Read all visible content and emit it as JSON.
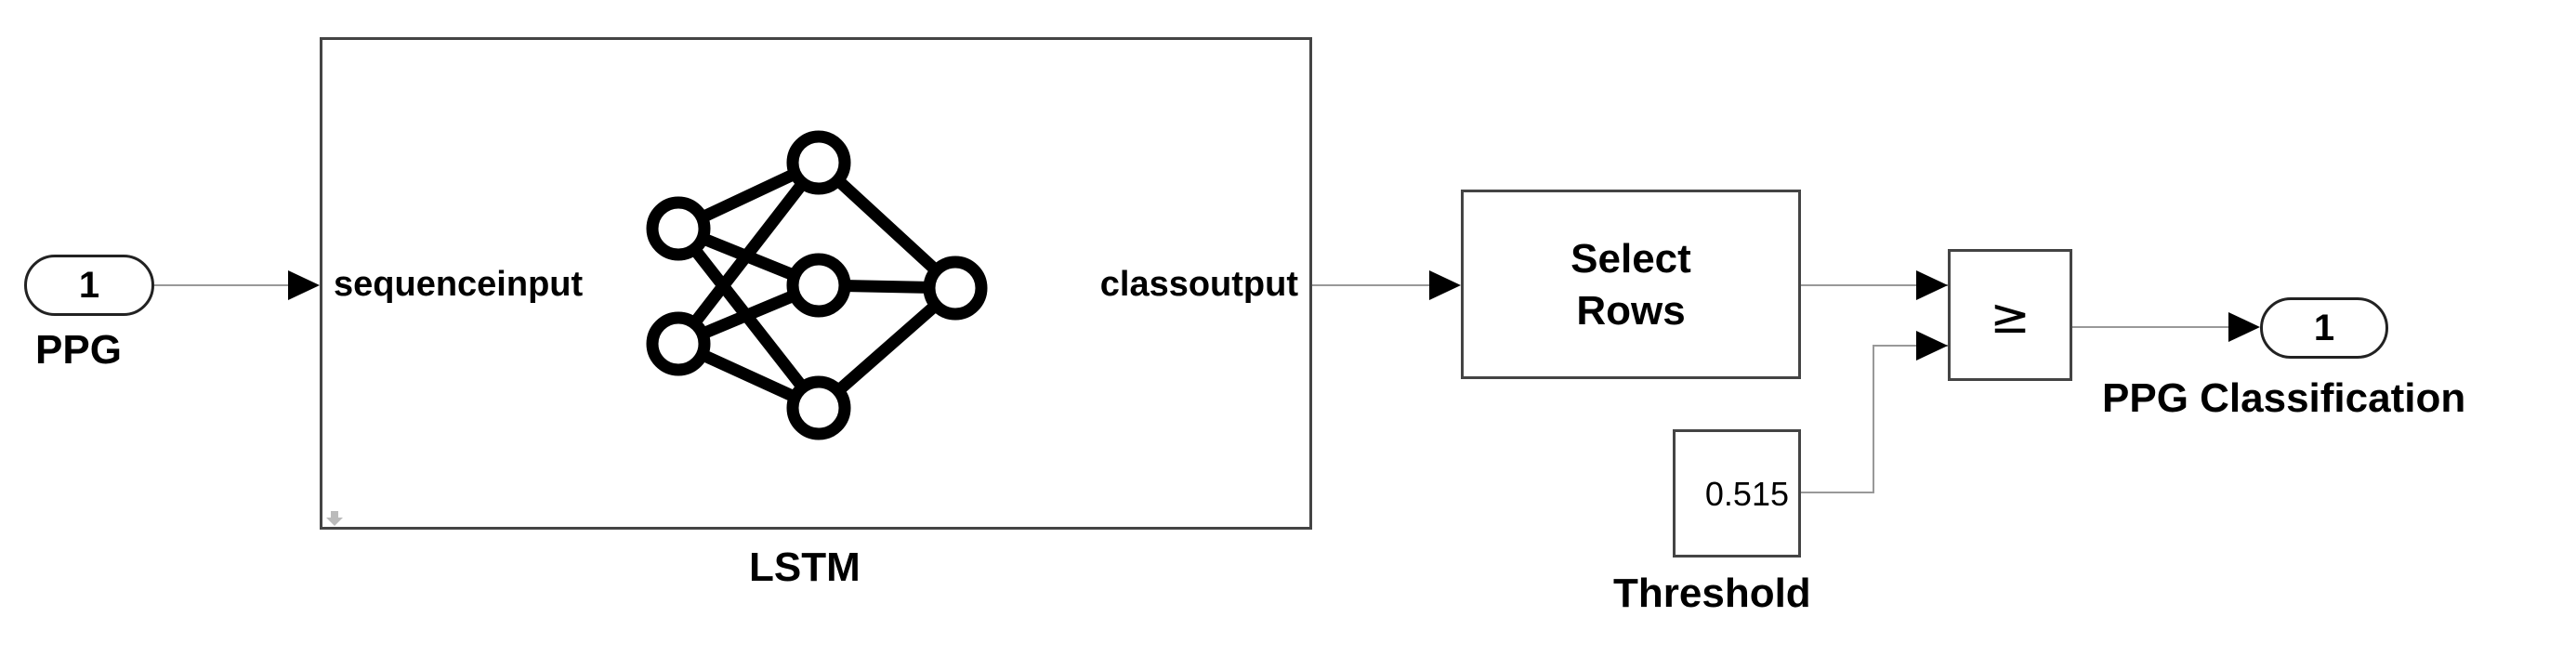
{
  "inport": {
    "number": "1",
    "label": "PPG"
  },
  "lstm": {
    "input_port": "sequenceinput",
    "output_port": "classoutput",
    "label": "LSTM"
  },
  "select_rows": {
    "line1": "Select",
    "line2": "Rows"
  },
  "compare": {
    "operator": "≥"
  },
  "threshold": {
    "value": "0.515",
    "label": "Threshold"
  },
  "outport": {
    "number": "1",
    "label": "PPG Classification"
  }
}
